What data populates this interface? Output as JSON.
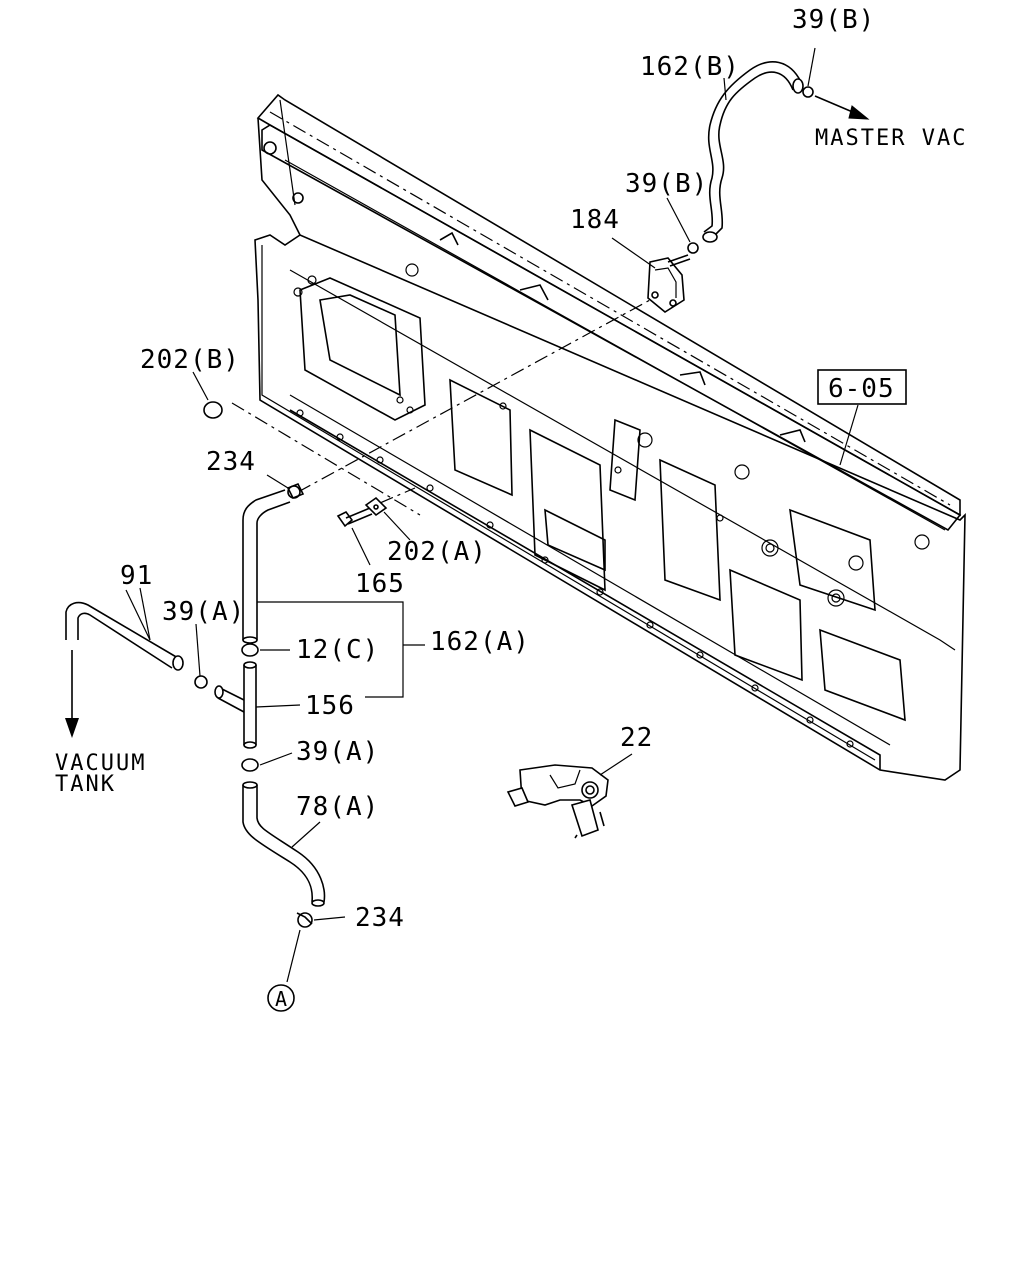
{
  "labels": {
    "p39b_top": "39(B)",
    "p162b": "162(B)",
    "master_vac": "MASTER VAC",
    "p39b_mid": "39(B)",
    "p184": "184",
    "p202b": "202(B)",
    "p605": "6-05",
    "p234_top": "234",
    "p202a": "202(A)",
    "p165": "165",
    "p91": "91",
    "p39a_top": "39(A)",
    "p12c": "12(C)",
    "p162a": "162(A)",
    "p156": "156",
    "vacuum": "VACUUM",
    "tank": "TANK",
    "p39a_bot": "39(A)",
    "p78a": "78(A)",
    "p22": "22",
    "p234_bot": "234",
    "ref_a": "A"
  }
}
